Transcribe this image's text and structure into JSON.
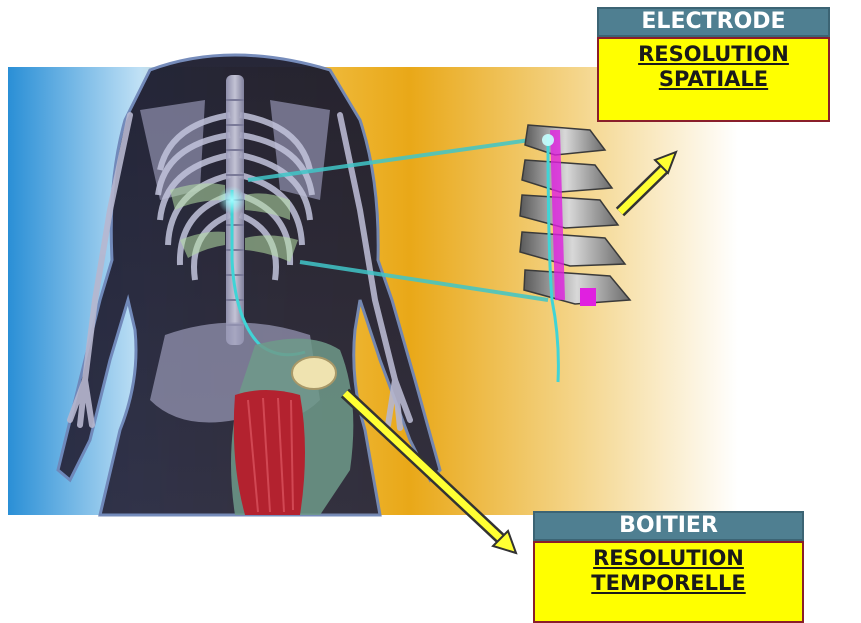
{
  "electrode": {
    "title": "ELECTRODE",
    "line1": "RESOLUTION",
    "line2": "SPATIALE"
  },
  "boitier": {
    "title": "BOITIER",
    "line1": "RESOLUTION",
    "line2": "TEMPORELLE"
  },
  "colors": {
    "label_header": "#4f7f91",
    "label_body": "#ffff00",
    "label_border": "#8a1f2a",
    "arrow_fill": "#ffff33",
    "electrode_lead": "#40d4d6",
    "spinal_highlight": "#e020e0"
  }
}
